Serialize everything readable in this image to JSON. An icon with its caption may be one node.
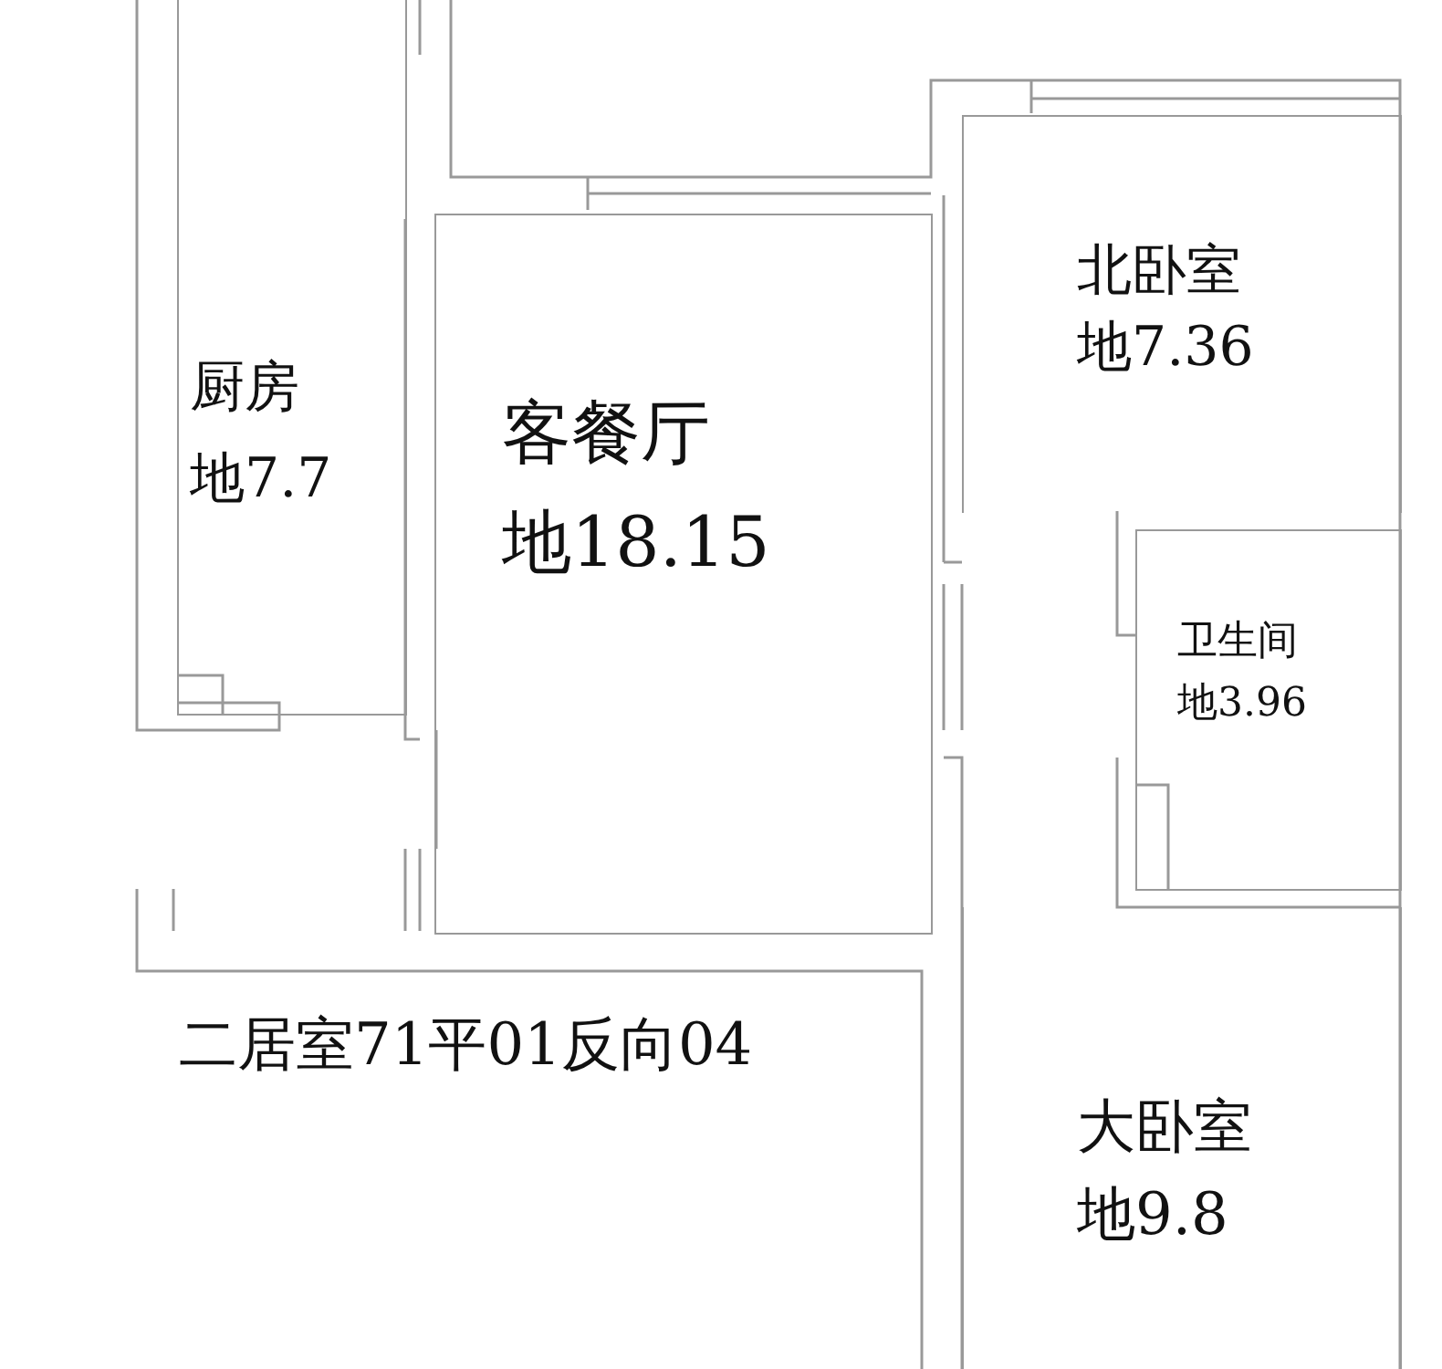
{
  "diagram": {
    "nodes": [
      {
        "text": [
          "厨房",
          "地7.7"
        ]
      },
      {
        "text": [
          "客餐厅",
          "地18.15"
        ]
      },
      {
        "text": [
          "北卧室",
          "地7.36"
        ]
      },
      {
        "text": [
          "卫生间",
          "地3.96"
        ]
      },
      {
        "text": [
          "大卧室",
          "地9.8"
        ]
      }
    ],
    "labels": [
      "二居室71平01反向04"
    ]
  }
}
